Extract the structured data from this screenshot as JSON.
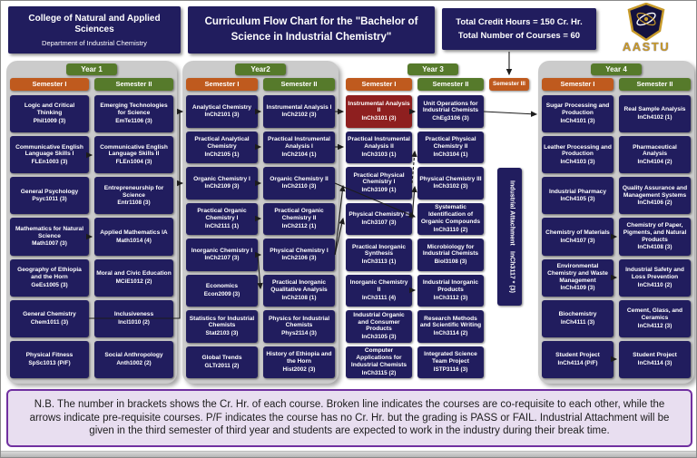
{
  "header": {
    "college_title": "College of Natural and Applied Sciences",
    "department": "Department of Industrial Chemistry",
    "chart_title": "Curriculum Flow Chart for the \"Bachelor of Science in Industrial Chemistry\"",
    "total_credit_hours": "Total Credit Hours = 150 Cr. Hr.",
    "total_courses": "Total Number of Courses = 60",
    "logo_text": "AASTU"
  },
  "palette": {
    "navy_box": "#211d5e",
    "orange_chip": "#bf5a1e",
    "green_chip": "#567a2b",
    "red_course": "#8e1f1f",
    "panel_gray": "#cbcbcb",
    "note_bg": "#e8def0",
    "note_border": "#7030a0",
    "logo_gold": "#c79a2a"
  },
  "years": [
    {
      "label": "Year 1",
      "semesters": [
        {
          "label": "Semester I",
          "color": "orange",
          "courses": [
            {
              "title": "Logic and Critical Thinking",
              "code": "Phil1009 (3)"
            },
            {
              "title": "Communicative English Language Skills I",
              "code": "FLEn1003 (3)"
            },
            {
              "title": "General Psychology",
              "code": "Psyc1011 (3)"
            },
            {
              "title": "Mathematics for Natural Science",
              "code": "Math1007 (3)"
            },
            {
              "title": "Geography of Ethiopia and the Horn",
              "code": "GeEs1005 (3)"
            },
            {
              "title": "General Chemistry",
              "code": "Chem1011 (3)"
            },
            {
              "title": "Physical Fitness",
              "code": "SpSc1013 (P/F)"
            }
          ]
        },
        {
          "label": "Semester II",
          "color": "green",
          "courses": [
            {
              "title": "Emerging Technologies for Science",
              "code": "EmTe1106 (3)"
            },
            {
              "title": "Communicative English Language Skills II",
              "code": "FLEn1004 (3)"
            },
            {
              "title": "Entrepreneurship for Science",
              "code": "Entr1108 (3)"
            },
            {
              "title": "Applied Mathematics IA",
              "code": "Math1014 (4)"
            },
            {
              "title": "Moral and Civic Education",
              "code": "MCiE1012 (2)"
            },
            {
              "title": "Inclusiveness",
              "code": "Incl1010 (2)"
            },
            {
              "title": "Social Anthropology",
              "code": "Anth1002 (2)"
            }
          ]
        }
      ]
    },
    {
      "label": "Year2",
      "semesters": [
        {
          "label": "Semester I",
          "color": "orange",
          "courses": [
            {
              "title": "Analytical Chemistry",
              "code": "InCh2101 (3)"
            },
            {
              "title": "Practical Analytical Chemistry",
              "code": "InCh2105 (1)"
            },
            {
              "title": "Organic Chemistry I",
              "code": "InCh2109 (3)"
            },
            {
              "title": "Practical Organic Chemistry I",
              "code": "InCh2111 (1)"
            },
            {
              "title": "Inorganic Chemistry I",
              "code": "InCh2107 (3)"
            },
            {
              "title": "Economics",
              "code": "Econ2009 (3)"
            },
            {
              "title": "Statistics for Industrial Chemists",
              "code": "Stat2103 (3)"
            },
            {
              "title": "Global Trends",
              "code": "GLTr2011 (2)"
            }
          ]
        },
        {
          "label": "Semester II",
          "color": "green",
          "courses": [
            {
              "title": "Instrumental Analysis I",
              "code": "InCh2102 (3)"
            },
            {
              "title": "Practical Instrumental Analysis I",
              "code": "InCh2104 (1)"
            },
            {
              "title": "Organic Chemistry II",
              "code": "InCh2110 (3)"
            },
            {
              "title": "Practical Organic Chemistry II",
              "code": "InCh2112 (1)"
            },
            {
              "title": "Physical Chemistry I",
              "code": "InCh2106 (3)"
            },
            {
              "title": "Practical Inorganic Qualitative Analysis",
              "code": "InCh2108 (1)"
            },
            {
              "title": "Physics for Industrial Chemists",
              "code": "Phys2114 (3)"
            },
            {
              "title": "History of Ethiopia and the Horn",
              "code": "Hist2002 (3)"
            }
          ]
        }
      ]
    },
    {
      "label": "Year 3",
      "transparent": true,
      "semesters": [
        {
          "label": "Semester I",
          "color": "orange",
          "courses": [
            {
              "title": "Instrumental Analysis II",
              "code": "InCh3101 (3)",
              "variant": "red"
            },
            {
              "title": "Practical Instrumental Analysis II",
              "code": "InCh3103 (1)"
            },
            {
              "title": "Practical Physical Chemistry I",
              "code": "InCh3109 (1)"
            },
            {
              "title": "Physical Chemistry II",
              "code": "InCh3107 (3)"
            },
            {
              "title": "Practical Inorganic Synthesis",
              "code": "InCh3113 (1)"
            },
            {
              "title": "Inorganic Chemistry II",
              "code": "InCh3111 (4)"
            },
            {
              "title": "Industrial Organic and Consumer Products",
              "code": "InCh3105 (3)"
            },
            {
              "title": "Computer Applications for Industrial Chemists",
              "code": "InCh3115 (2)"
            }
          ]
        },
        {
          "label": "Semester II",
          "color": "green",
          "courses": [
            {
              "title": "Unit Operations for Industrial Chemists",
              "code": "ChEg3106 (3)"
            },
            {
              "title": "Practical Physical Chemistry II",
              "code": "InCh3104 (1)"
            },
            {
              "title": "Physical Chemistry III",
              "code": "InCh3102 (3)"
            },
            {
              "title": "Systematic Identification of Organic Compounds",
              "code": "InCh3110 (2)"
            },
            {
              "title": "Microbiology for Industrial Chemists",
              "code": "Biol3108 (3)"
            },
            {
              "title": "Industrial Inorganic Products",
              "code": "InCh3112 (3)"
            },
            {
              "title": "Research Methods and Scientific Writing",
              "code": "InCh3114 (2)"
            },
            {
              "title": "Integrated Science Team Project",
              "code": "ISTP3116 (3)"
            }
          ]
        },
        {
          "label": "Semester III",
          "color": "orange",
          "narrow": true,
          "courses": [
            {
              "title": "Industrial Attachment",
              "code": "InCh3117 * (3)"
            }
          ]
        }
      ]
    },
    {
      "label": "Year 4",
      "semesters": [
        {
          "label": "Semester I",
          "color": "orange",
          "courses": [
            {
              "title": "Sugar Processing and Production",
              "code": "InCh4101 (3)"
            },
            {
              "title": "Leather Processing and Production",
              "code": "InCh4103 (3)"
            },
            {
              "title": "Industrial Pharmacy",
              "code": "InCh4105 (3)"
            },
            {
              "title": "Chemistry of Materials",
              "code": "InCh4107 (3)"
            },
            {
              "title": "Environmental Chemistry and Waste Management",
              "code": "InCh4109 (3)"
            },
            {
              "title": "Biochemistry",
              "code": "InCh4111 (3)"
            },
            {
              "title": "Student Project",
              "code": "InCh4114 (P/F)"
            }
          ]
        },
        {
          "label": "Semester II",
          "color": "green",
          "courses": [
            {
              "title": "Real Sample Analysis",
              "code": "InCh4102 (1)"
            },
            {
              "title": "Pharmaceutical Analysis",
              "code": "InCh4104 (2)"
            },
            {
              "title": "Quality Assurance and Management Systems",
              "code": "InCh4106 (2)"
            },
            {
              "title": "Chemistry of Paper, Pigments, and Natural Products",
              "code": "InCh4108 (3)"
            },
            {
              "title": "Industrial Safety and Loss Prevention",
              "code": "InCh4110 (2)"
            },
            {
              "title": "Cement, Glass, and Ceramics",
              "code": "InCh4112 (3)"
            },
            {
              "title": "Student Project",
              "code": "InCh4114 (3)"
            }
          ]
        }
      ]
    }
  ],
  "note": "N.B. The number in brackets shows the Cr. Hr. of each course. Broken line indicates the courses are co-requisite to each other, while the arrows indicate pre-requisite courses. P/F indicates the course has no Cr. Hr. but the grading is PASS or FAIL. Industrial Attachment will be given in the third semester of third year and students are expected to work in the industry during their break time."
}
